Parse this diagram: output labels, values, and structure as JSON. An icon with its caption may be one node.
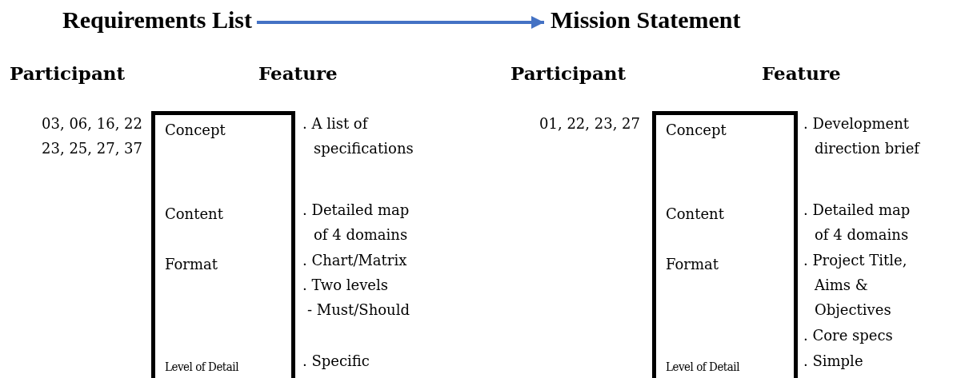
{
  "diagram": {
    "nodes": [
      {
        "text": [
          "Requirements List"
        ]
      },
      {
        "text": [
          "Mission Statement"
        ]
      },
      {
        "text": [
          "Concept",
          "Content",
          "Format",
          "Level of Detail"
        ]
      },
      {
        "text": [
          "Concept",
          "Content",
          "Format",
          "Level of Detail"
        ]
      }
    ],
    "edges": [
      {
        "from": 0,
        "to": 1,
        "arrow": "to",
        "color": "#4472c4"
      }
    ],
    "labels": [
      "Participant",
      "Feature",
      "Participant",
      "Feature",
      "03, 06, 16, 22 23, 25, 27, 37",
      ". A list of specifications",
      "01, 22, 23, 27",
      ". Development direction brief",
      ". Detailed map of 4 domains",
      ". Detailed map of 4 domains",
      ". Chart/Matrix",
      ". Project Title, Aims & Objectives",
      ". Two levels",
      "- Must/Should",
      ". Core specs",
      ". Specific",
      ". Simple"
    ]
  }
}
